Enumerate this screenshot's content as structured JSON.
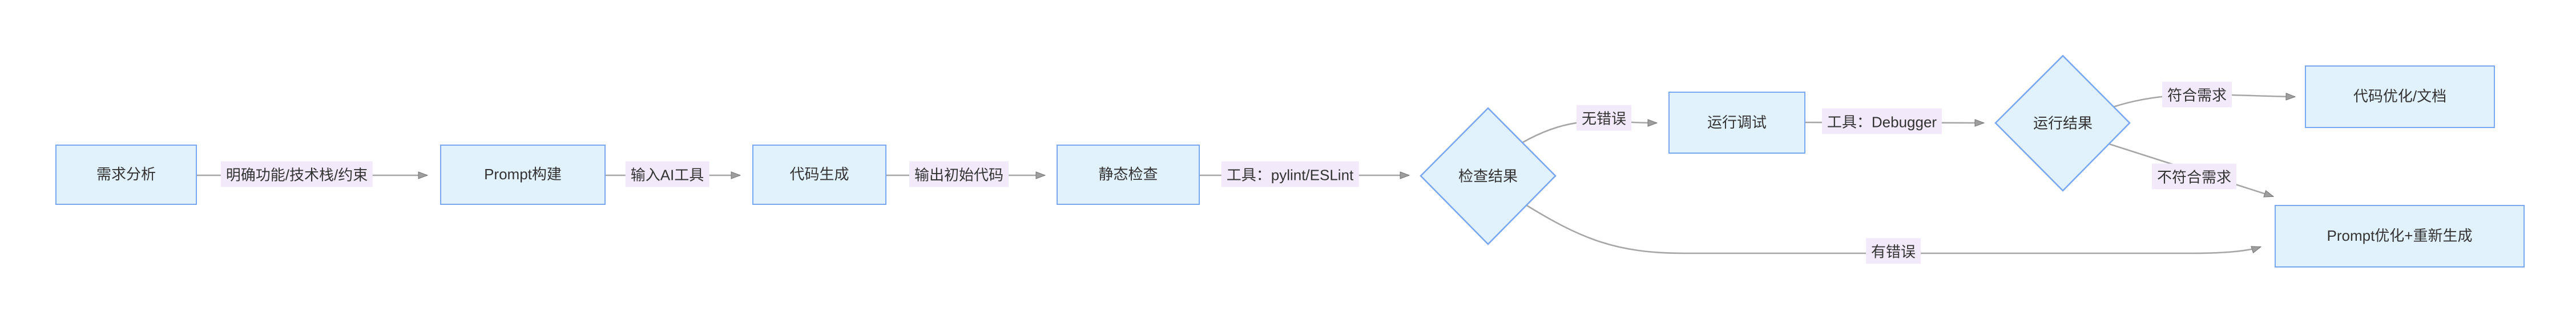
{
  "diagram": {
    "type": "flowchart",
    "direction": "left-to-right",
    "colors": {
      "background": "#ffffff",
      "node_fill": "#e1f2fc",
      "node_border": "#7aa8f0",
      "edge_line": "#a6a6a6",
      "arrowhead": "#9e9e9e",
      "edge_label_background": "#f2e9fb",
      "text": "#333333"
    },
    "nodes": [
      {
        "id": "requirement-analysis",
        "shape": "rect",
        "label": "需求分析"
      },
      {
        "id": "prompt-build",
        "shape": "rect",
        "label": "Prompt构建"
      },
      {
        "id": "code-generation",
        "shape": "rect",
        "label": "代码生成"
      },
      {
        "id": "static-check",
        "shape": "rect",
        "label": "静态检查"
      },
      {
        "id": "check-result",
        "shape": "diamond",
        "label": "检查结果"
      },
      {
        "id": "run-debug",
        "shape": "rect",
        "label": "运行调试"
      },
      {
        "id": "run-result",
        "shape": "diamond",
        "label": "运行结果"
      },
      {
        "id": "code-optimize-docs",
        "shape": "rect",
        "label": "代码优化/文档"
      },
      {
        "id": "prompt-reoptimize",
        "shape": "rect",
        "label": "Prompt优化+重新生成"
      }
    ],
    "edges": [
      {
        "from": "需求分析",
        "to": "Prompt构建",
        "label": "明确功能/技术栈/约束"
      },
      {
        "from": "Prompt构建",
        "to": "代码生成",
        "label": "输入AI工具"
      },
      {
        "from": "代码生成",
        "to": "静态检查",
        "label": "输出初始代码"
      },
      {
        "from": "静态检查",
        "to": "检查结果",
        "label": "工具：pylint/ESLint"
      },
      {
        "from": "检查结果",
        "to": "运行调试",
        "label": "无错误"
      },
      {
        "from": "运行调试",
        "to": "运行结果",
        "label": "工具：Debugger"
      },
      {
        "from": "运行结果",
        "to": "代码优化/文档",
        "label": "符合需求"
      },
      {
        "from": "运行结果",
        "to": "Prompt优化+重新生成",
        "label": "不符合需求"
      },
      {
        "from": "检查结果",
        "to": "Prompt优化+重新生成",
        "label": "有错误"
      }
    ]
  }
}
